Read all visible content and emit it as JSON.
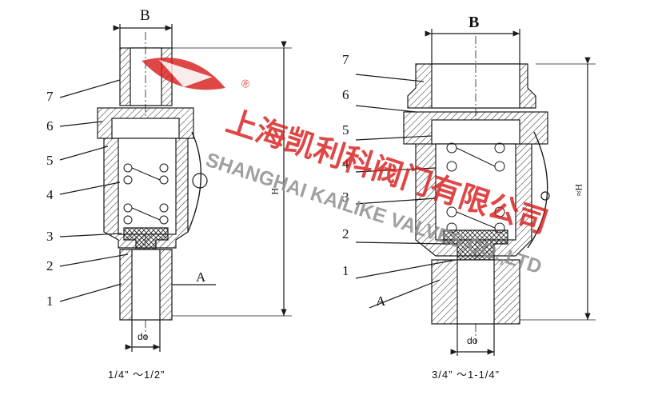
{
  "left_drawing": {
    "dim_B": "B",
    "dim_H": "H",
    "dim_do": "do",
    "dim_A": "A",
    "labels": [
      "7",
      "6",
      "5",
      "4",
      "3",
      "2",
      "1"
    ],
    "caption": "1/4” ～1/2”"
  },
  "right_drawing": {
    "dim_B": "B",
    "dim_H": "H≈",
    "dim_do": "do",
    "dim_A": "A",
    "labels": [
      "7",
      "6",
      "5",
      "4",
      "3",
      "2",
      "1"
    ],
    "caption": "3/4” ～1-1/4”"
  },
  "watermark": {
    "company_cn": "上海凯利科阀门有限公司",
    "company_en": "SHANGHAI KAILIKE VALVES CO.,LTD",
    "logo_mark": "®"
  },
  "colors": {
    "line": "#1a1a1a",
    "watermark_red": "#d81e1e",
    "watermark_gray": "#8c8c8c"
  }
}
